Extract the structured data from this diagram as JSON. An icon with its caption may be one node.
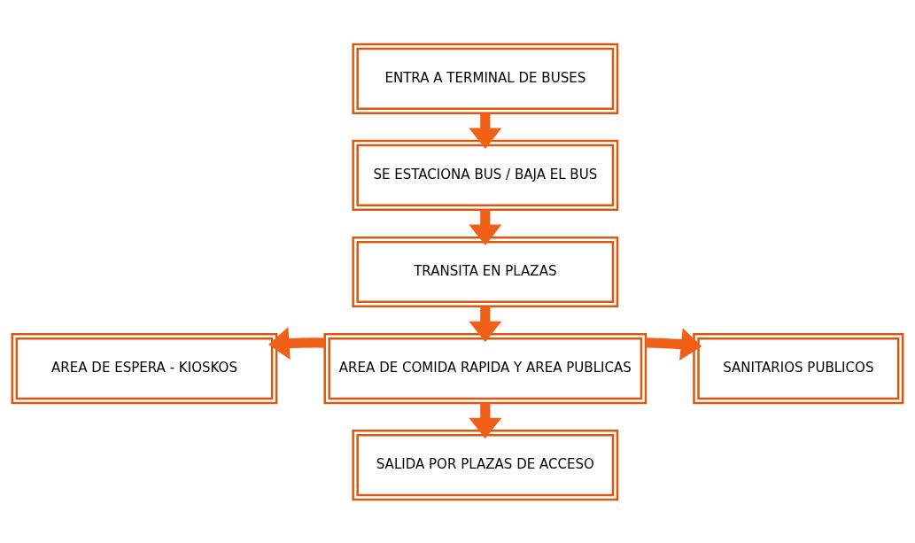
{
  "diagram": {
    "nodes": [
      {
        "text": [
          "ENTRA A TERMINAL DE BUSES"
        ]
      },
      {
        "text": [
          "SE ESTACIONA BUS / BAJA EL BUS"
        ]
      },
      {
        "text": [
          "TRANSITA EN PLAZAS"
        ]
      },
      {
        "text": [
          "AREA DE ESPERA - KIOSKOS"
        ]
      },
      {
        "text": [
          "AREA DE COMIDA RAPIDA Y AREA PUBLICAS"
        ]
      },
      {
        "text": [
          "SANITARIOS PUBLICOS"
        ]
      },
      {
        "text": [
          "SALIDA POR PLAZAS DE ACCESO"
        ]
      }
    ],
    "edges": [
      {
        "from": 0,
        "to": 1,
        "arrow": "to"
      },
      {
        "from": 1,
        "to": 2,
        "arrow": "to"
      },
      {
        "from": 2,
        "to": 4,
        "arrow": "to"
      },
      {
        "from": 4,
        "to": 3,
        "arrow": "to"
      },
      {
        "from": 4,
        "to": 5,
        "arrow": "to"
      },
      {
        "from": 4,
        "to": 6,
        "arrow": "to"
      }
    ]
  }
}
